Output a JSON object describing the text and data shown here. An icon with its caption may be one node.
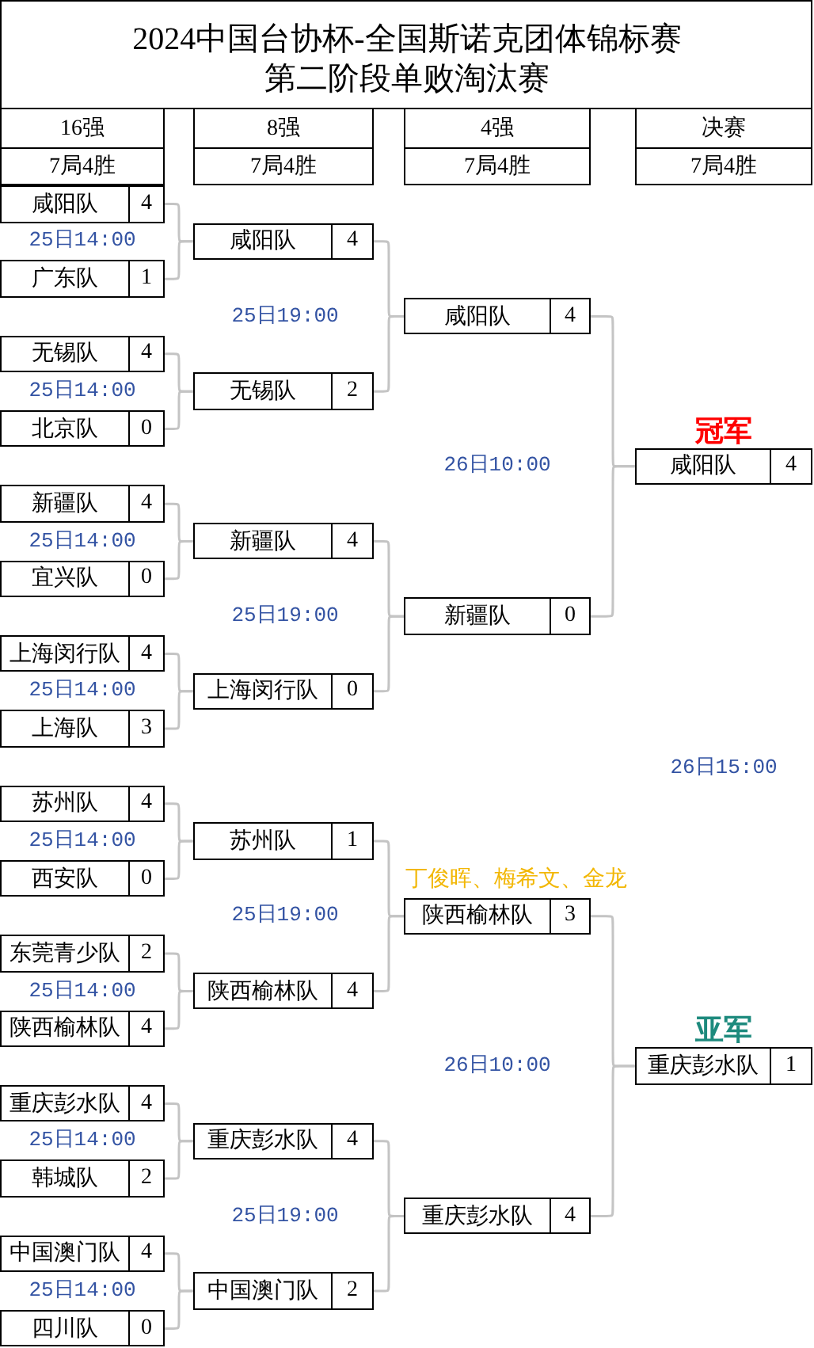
{
  "diagram": {
    "title": "2024中国台协杯-全国斯诺克团体锦标赛第二阶段单败淘汰赛",
    "nodes": [
      {
        "text": [
          "16强",
          "7局4胜"
        ]
      },
      {
        "text": [
          "8强",
          "7局4胜"
        ]
      },
      {
        "text": [
          "4强",
          "7局4胜"
        ]
      },
      {
        "text": [
          "决赛",
          "7局4胜"
        ]
      },
      {
        "text": [
          "咸阳队",
          "4"
        ]
      },
      {
        "text": [
          "广东队",
          "1"
        ]
      },
      {
        "text": [
          "无锡队",
          "4"
        ]
      },
      {
        "text": [
          "北京队",
          "0"
        ]
      },
      {
        "text": [
          "新疆队",
          "4"
        ]
      },
      {
        "text": [
          "宜兴队",
          "0"
        ]
      },
      {
        "text": [
          "上海闵行队",
          "4"
        ]
      },
      {
        "text": [
          "上海队",
          "3"
        ]
      },
      {
        "text": [
          "苏州队",
          "4"
        ]
      },
      {
        "text": [
          "西安队",
          "0"
        ]
      },
      {
        "text": [
          "东莞青少队",
          "2"
        ]
      },
      {
        "text": [
          "陕西榆林队",
          "4"
        ]
      },
      {
        "text": [
          "重庆彭水队",
          "4"
        ]
      },
      {
        "text": [
          "韩城队",
          "2"
        ]
      },
      {
        "text": [
          "中国澳门队",
          "4"
        ]
      },
      {
        "text": [
          "四川队",
          "0"
        ]
      },
      {
        "text": [
          "咸阳队",
          "4"
        ]
      },
      {
        "text": [
          "无锡队",
          "2"
        ]
      },
      {
        "text": [
          "新疆队",
          "4"
        ]
      },
      {
        "text": [
          "上海闵行队",
          "0"
        ]
      },
      {
        "text": [
          "苏州队",
          "1"
        ]
      },
      {
        "text": [
          "陕西榆林队",
          "4"
        ]
      },
      {
        "text": [
          "重庆彭水队",
          "4"
        ]
      },
      {
        "text": [
          "中国澳门队",
          "2"
        ]
      },
      {
        "text": [
          "咸阳队",
          "4"
        ]
      },
      {
        "text": [
          "新疆队",
          "0"
        ]
      },
      {
        "text": [
          "陕西榆林队",
          "3"
        ],
        "beside": [
          "丁俊晖、梅希文、金龙"
        ]
      },
      {
        "text": [
          "重庆彭水队",
          "4"
        ]
      },
      {
        "text": [
          "咸阳队",
          "4"
        ],
        "beside": [
          "冠军"
        ]
      },
      {
        "text": [
          "重庆彭水队",
          "1"
        ],
        "beside": [
          "亚军"
        ]
      }
    ],
    "edges": [
      {
        "from": 4,
        "to": 20,
        "arrow": "none"
      },
      {
        "from": 5,
        "to": 20,
        "arrow": "none"
      },
      {
        "from": 6,
        "to": 21,
        "arrow": "none"
      },
      {
        "from": 7,
        "to": 21,
        "arrow": "none"
      },
      {
        "from": 8,
        "to": 22,
        "arrow": "none"
      },
      {
        "from": 9,
        "to": 22,
        "arrow": "none"
      },
      {
        "from": 10,
        "to": 23,
        "arrow": "none"
      },
      {
        "from": 11,
        "to": 23,
        "arrow": "none"
      },
      {
        "from": 12,
        "to": 24,
        "arrow": "none"
      },
      {
        "from": 13,
        "to": 24,
        "arrow": "none"
      },
      {
        "from": 14,
        "to": 25,
        "arrow": "none"
      },
      {
        "from": 15,
        "to": 25,
        "arrow": "none"
      },
      {
        "from": 16,
        "to": 26,
        "arrow": "none"
      },
      {
        "from": 17,
        "to": 26,
        "arrow": "none"
      },
      {
        "from": 18,
        "to": 27,
        "arrow": "none"
      },
      {
        "from": 19,
        "to": 27,
        "arrow": "none"
      },
      {
        "from": 20,
        "to": 28,
        "arrow": "none"
      },
      {
        "from": 21,
        "to": 28,
        "arrow": "none"
      },
      {
        "from": 22,
        "to": 29,
        "arrow": "none"
      },
      {
        "from": 23,
        "to": 29,
        "arrow": "none"
      },
      {
        "from": 24,
        "to": 30,
        "arrow": "none"
      },
      {
        "from": 25,
        "to": 30,
        "arrow": "none"
      },
      {
        "from": 26,
        "to": 31,
        "arrow": "none"
      },
      {
        "from": 27,
        "to": 31,
        "arrow": "none"
      },
      {
        "from": 28,
        "to": 32,
        "arrow": "none"
      },
      {
        "from": 29,
        "to": 32,
        "arrow": "none"
      },
      {
        "from": 30,
        "to": 33,
        "arrow": "none"
      },
      {
        "from": 31,
        "to": 33,
        "arrow": "none"
      }
    ],
    "labels": [
      "25日14:00",
      "25日14:00",
      "25日14:00",
      "25日14:00",
      "25日14:00",
      "25日14:00",
      "25日14:00",
      "25日14:00",
      "25日19:00",
      "25日19:00",
      "25日19:00",
      "25日19:00",
      "26日10:00",
      "26日10:00",
      "26日15:00"
    ]
  }
}
